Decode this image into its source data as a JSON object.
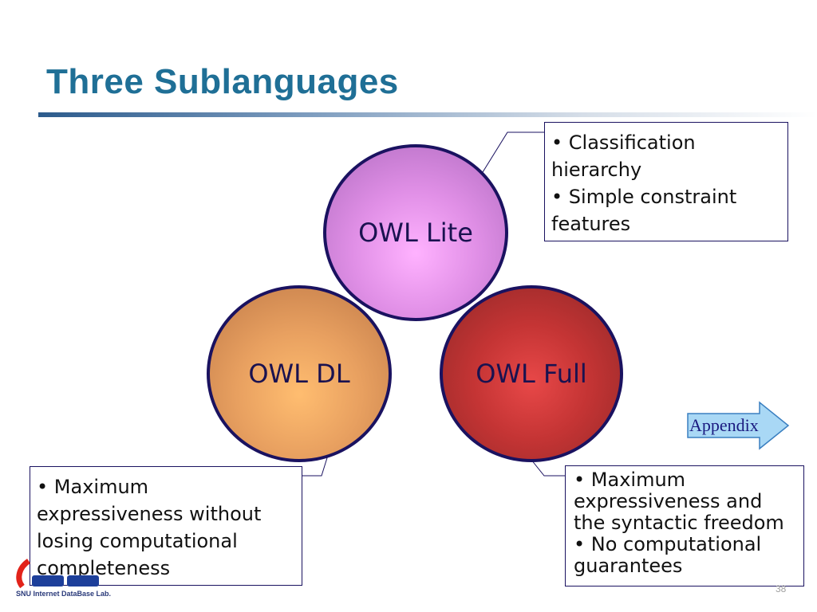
{
  "slide": {
    "title": "Three Sublanguages",
    "page_number": "38"
  },
  "circles": {
    "lite": "OWL Lite",
    "dl": "OWL DL",
    "full": "OWL Full"
  },
  "callouts": {
    "lite": [
      "• Classification",
      "hierarchy",
      "• Simple constraint",
      "features"
    ],
    "dl": [
      "• Maximum",
      "expressiveness without",
      "losing computational",
      "completeness"
    ],
    "full": [
      "• Maximum",
      "expressiveness and",
      "the syntactic freedom",
      "• No computational",
      "guarantees"
    ]
  },
  "appendix_button": "Appendix",
  "logo": {
    "text": "SNU Internet DataBase Lab."
  },
  "colors": {
    "title": "#1f6f96",
    "circle_border": "#1a1260",
    "lite_fill": "#e08fe6",
    "dl_fill": "#e8a060",
    "full_fill": "#c43434",
    "appendix_fill": "#a9d8f5"
  }
}
